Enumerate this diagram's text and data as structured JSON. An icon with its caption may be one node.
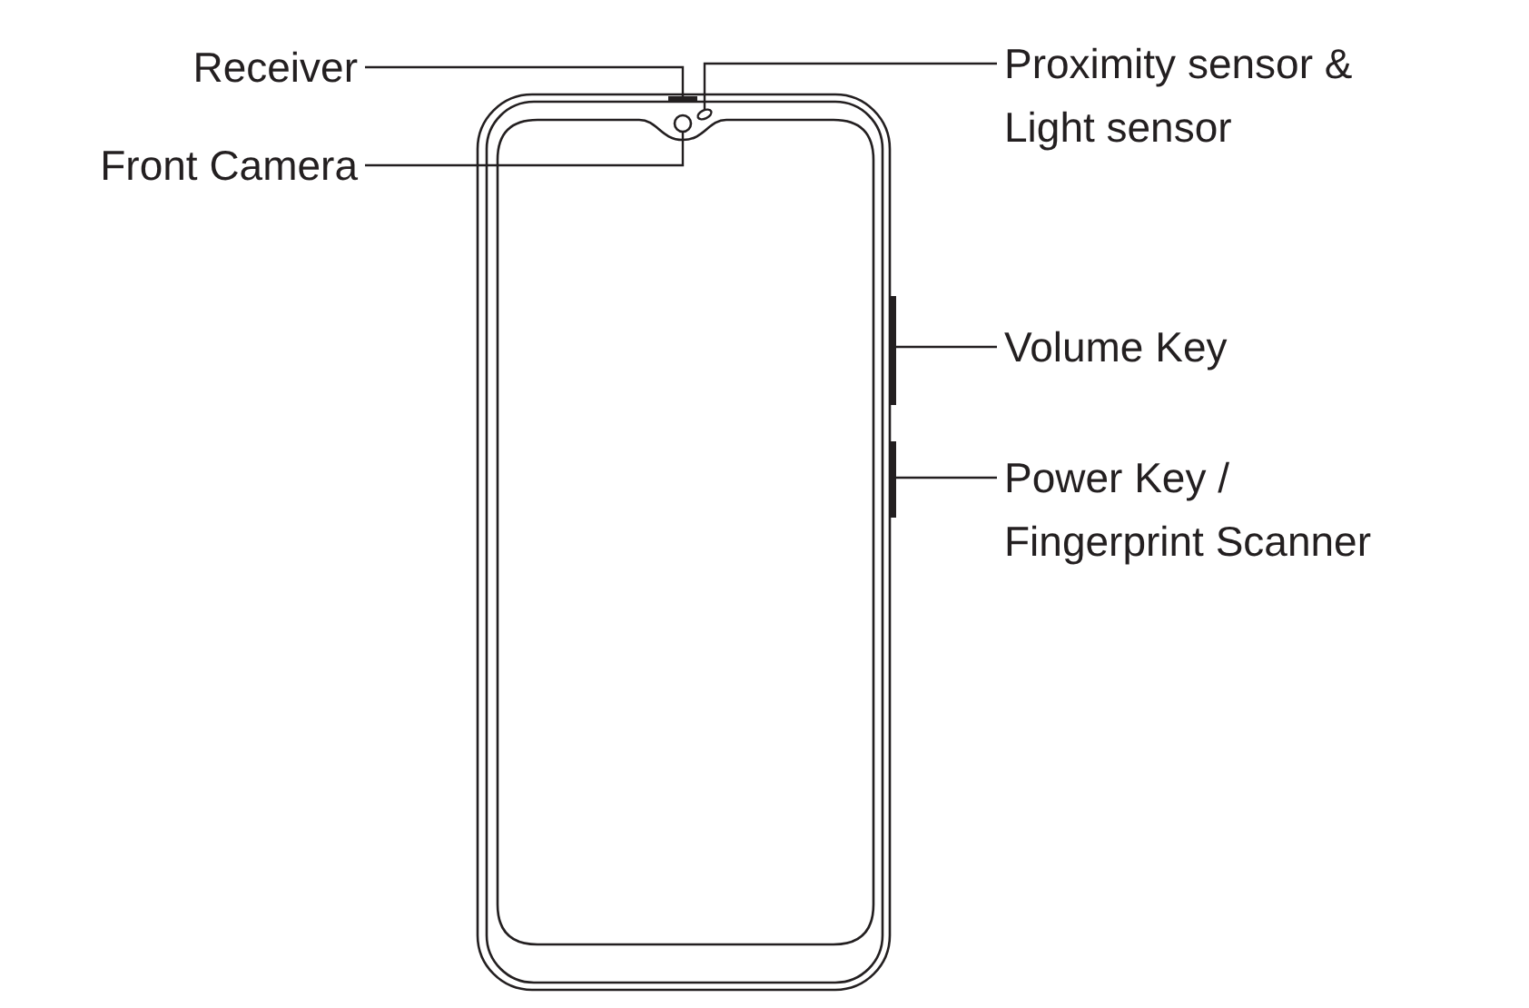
{
  "diagram": {
    "nodes": [
      {
        "text": [
          "Receiver"
        ]
      },
      {
        "text": [
          "Front Camera"
        ]
      },
      {
        "text": [
          "Proximity sensor & Light sensor"
        ]
      },
      {
        "text": [
          "Volume Key"
        ]
      },
      {
        "text": [
          "Power Key / Fingerprint Scanner"
        ]
      },
      {
        "text": [],
        "shape": "bar"
      },
      {
        "text": [],
        "shape": "circle"
      },
      {
        "text": [],
        "shape": "circle"
      },
      {
        "text": [],
        "shape": "bar"
      },
      {
        "text": [],
        "shape": "bar"
      }
    ],
    "edges": [
      {
        "from": 0,
        "to": 5,
        "arrow": "none"
      },
      {
        "from": 1,
        "to": 6,
        "arrow": "none"
      },
      {
        "from": 2,
        "to": 7,
        "arrow": "none"
      },
      {
        "from": 3,
        "to": 8,
        "arrow": "none"
      },
      {
        "from": 4,
        "to": 9,
        "arrow": "none"
      }
    ]
  }
}
